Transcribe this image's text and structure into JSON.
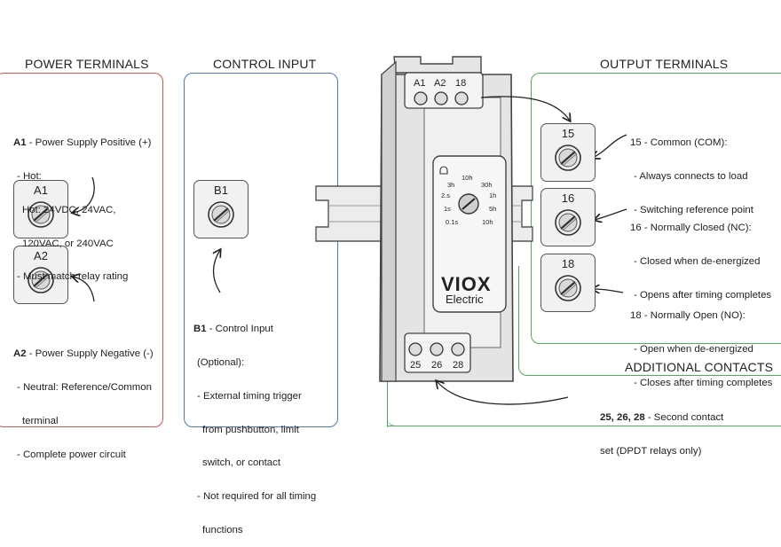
{
  "sections": {
    "power": "POWER TERMINALS",
    "control": "CONTROL INPUT",
    "output": "OUTPUT TERMINALS",
    "additional": "ADDITIONAL CONTACTS"
  },
  "colors": {
    "power": "#d9534f",
    "control": "#4a78c2",
    "output": "#4fae58",
    "ink": "#222222"
  },
  "terminals": {
    "a1": "A1",
    "a2": "A2",
    "b1": "B1",
    "t15": "15",
    "t16": "16",
    "t18": "18",
    "t25": "25",
    "t26": "26",
    "t28": "28"
  },
  "relay": {
    "top_terms": [
      "A1",
      "A2",
      "18"
    ],
    "bottom_terms": [
      "25",
      "26",
      "28"
    ],
    "dial": [
      "10h",
      "3h",
      "30h",
      "2.s",
      "1h",
      "1s",
      "5h",
      "0.1s",
      "10h"
    ],
    "brand": "VIOX",
    "brand_sub": "Electric"
  },
  "notes": {
    "a1": {
      "title": "A1",
      "title_rest": " - Power Supply Positive (+)",
      "lines": [
        "- Hot:",
        "Hot: 24VDC, 24VAC,",
        "120VAC, or 240VAC",
        "- Must match relay rating"
      ]
    },
    "a2": {
      "title": "A2",
      "title_rest": " - Power Supply Negative (-)",
      "lines": [
        "- Neutral: Reference/Common",
        "terminal",
        "- Complete power circuit"
      ]
    },
    "b1": {
      "title": "B1",
      "title_rest": " - Control Input",
      "lines": [
        "(Optional):",
        "- External timing trigger",
        "from pushbutton, limit",
        "switch, or contact",
        "- Not required for all timing",
        "functions"
      ]
    },
    "t15": {
      "title": "15 - Common (COM):",
      "lines": [
        "- Always connects to load",
        "- Switching reference point"
      ]
    },
    "t16": {
      "title": "16 - Normally Closed (NC):",
      "lines": [
        "- Closed when de-energized",
        "- Opens after timing completes"
      ]
    },
    "t18": {
      "title": "18 - Normally Open (NO):",
      "lines": [
        "- Open when de-energized",
        "- Closes after timing completes"
      ]
    },
    "extra": {
      "title": "25, 26, 28",
      "title_rest": " - Second contact",
      "lines": [
        "set (DPDT relays only)"
      ]
    }
  }
}
